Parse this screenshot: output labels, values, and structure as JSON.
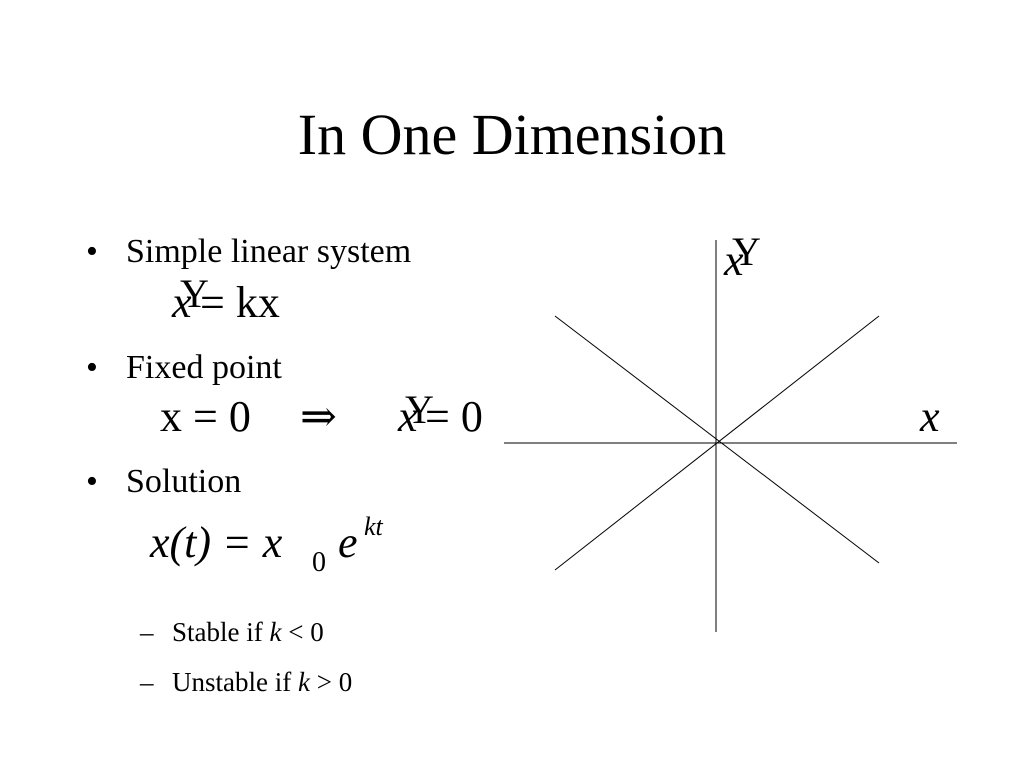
{
  "slide": {
    "title": "In One Dimension",
    "bullets": [
      {
        "label": "Simple linear system"
      },
      {
        "label": "Fixed point"
      },
      {
        "label": "Solution"
      }
    ],
    "equations": {
      "system_dot": "Y",
      "system_lhs": "x",
      "system_rhs": "= kx",
      "fixed_lhs": "x = 0",
      "fixed_arrow": "⇒",
      "fixed_dot": "Y",
      "fixed_var": "x",
      "fixed_rhs": "= 0",
      "solution_lhs": "x(t) = x",
      "solution_sub": "0",
      "solution_base": "e",
      "solution_sup": "kt"
    },
    "subbullets": [
      {
        "prefix": "Stable if ",
        "var": "k",
        "suffix": " < 0"
      },
      {
        "prefix": "Unstable if ",
        "var": "k",
        "suffix": " > 0"
      }
    ],
    "plot": {
      "x_label": "x",
      "y_dot": "Y",
      "y_label": "x"
    }
  }
}
